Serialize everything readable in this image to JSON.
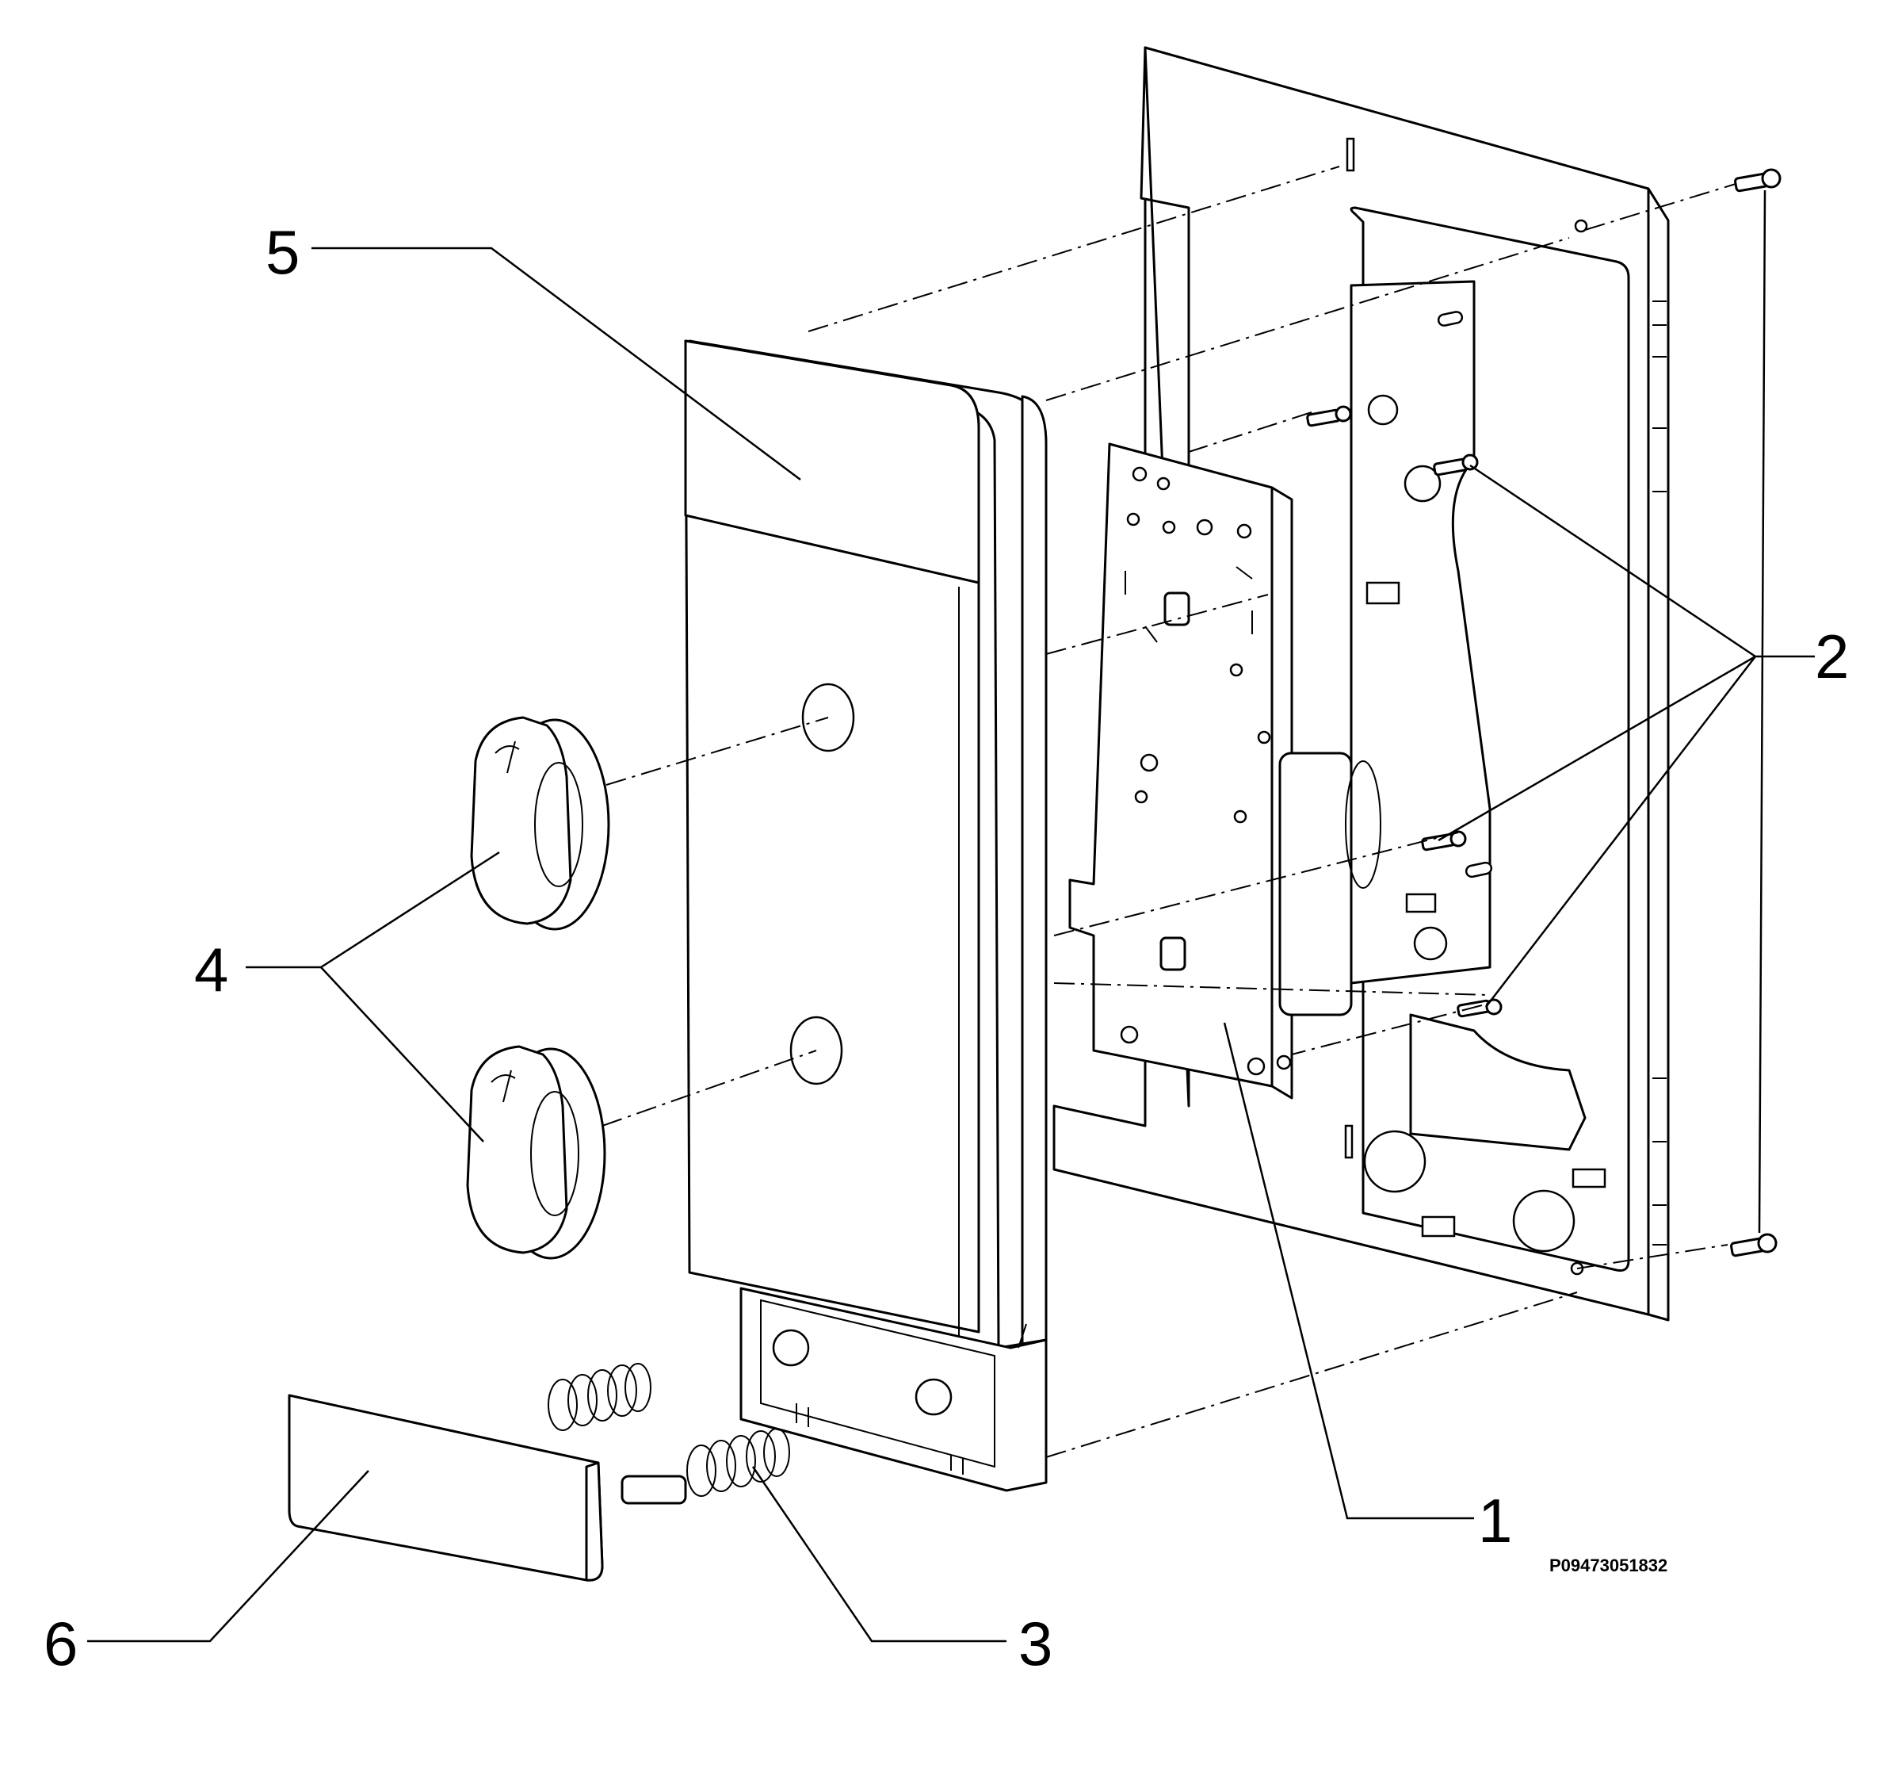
{
  "callouts": [
    {
      "id": "1",
      "label": "1"
    },
    {
      "id": "2",
      "label": "2"
    },
    {
      "id": "3",
      "label": "3"
    },
    {
      "id": "4",
      "label": "4"
    },
    {
      "id": "5",
      "label": "5"
    },
    {
      "id": "6",
      "label": "6"
    }
  ],
  "drawing_code": "P09473051832",
  "colors": {
    "ink": "#000000",
    "paper": "#ffffff"
  }
}
